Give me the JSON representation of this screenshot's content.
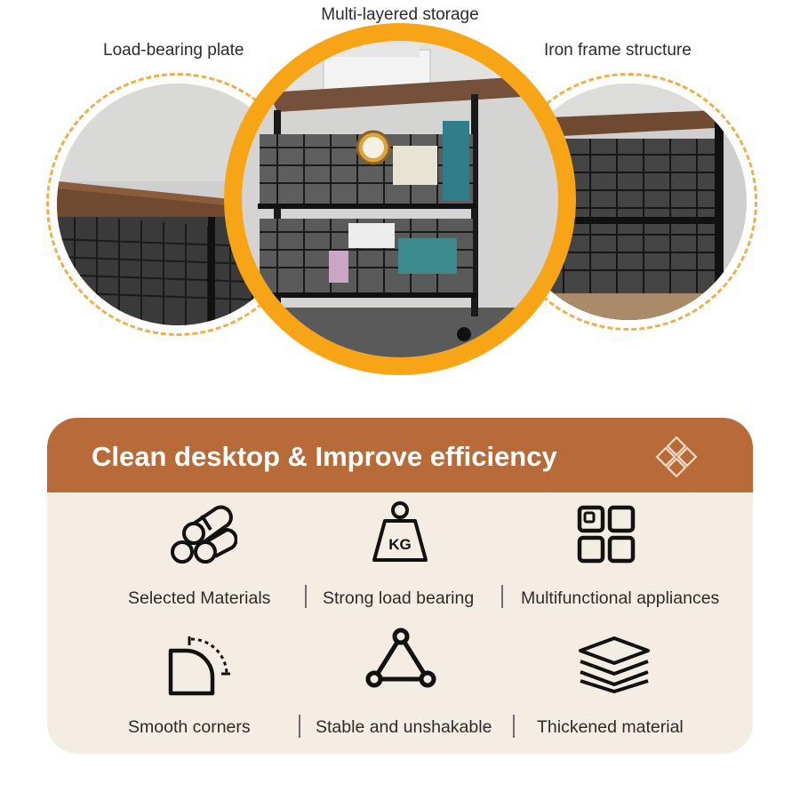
{
  "labels": {
    "center": "Multi-layered storage",
    "left": "Load-bearing plate",
    "right": "Iron frame structure"
  },
  "panel": {
    "title": "Clean desktop & Improve efficiency",
    "features": [
      {
        "label": "Selected Materials",
        "icon": "logs-icon"
      },
      {
        "label": "Strong load bearing",
        "icon": "kg-weight-icon",
        "icon_text": "KG"
      },
      {
        "label": "Multifunctional appliances",
        "icon": "grid-icon"
      },
      {
        "label": "Smooth corners",
        "icon": "rounded-corner-icon"
      },
      {
        "label": "Stable and unshakable",
        "icon": "triangle-icon"
      },
      {
        "label": "Thickened material",
        "icon": "layers-icon"
      }
    ]
  },
  "colors": {
    "accent_orange": "#f7a516",
    "dashed_ring": "#eab04e",
    "header_brown": "#b86b38",
    "panel_bg": "#f4ede3"
  }
}
